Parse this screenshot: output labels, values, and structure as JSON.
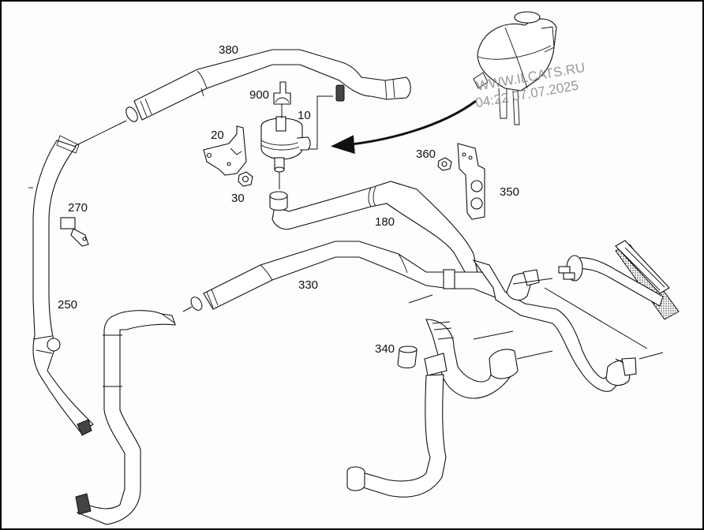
{
  "diagram": {
    "title": "Auxiliary coolant pump and heater hoses",
    "background": "#fdfdfd",
    "line_color": "#111111",
    "watermark": {
      "line1": "WWW.ILCATS.RU",
      "line2": "04:22 07.07.2025",
      "color": "#888888"
    },
    "callouts": [
      {
        "id": "380",
        "label": "380",
        "part": "coolant hose (upper)"
      },
      {
        "id": "900",
        "label": "900",
        "part": "electrical connector"
      },
      {
        "id": "10",
        "label": "10",
        "part": "auxiliary coolant pump"
      },
      {
        "id": "20",
        "label": "20",
        "part": "pump bracket"
      },
      {
        "id": "30",
        "label": "30",
        "part": "nut"
      },
      {
        "id": "360",
        "label": "360",
        "part": "nut"
      },
      {
        "id": "350",
        "label": "350",
        "part": "hose holder"
      },
      {
        "id": "270",
        "label": "270",
        "part": "clip"
      },
      {
        "id": "180",
        "label": "180",
        "part": "coolant hose (pump outlet)"
      },
      {
        "id": "330",
        "label": "330",
        "part": "coolant hose (middle)"
      },
      {
        "id": "250",
        "label": "250",
        "part": "coolant hose (left)"
      },
      {
        "id": "340",
        "label": "340",
        "part": "connector sleeve"
      }
    ]
  }
}
